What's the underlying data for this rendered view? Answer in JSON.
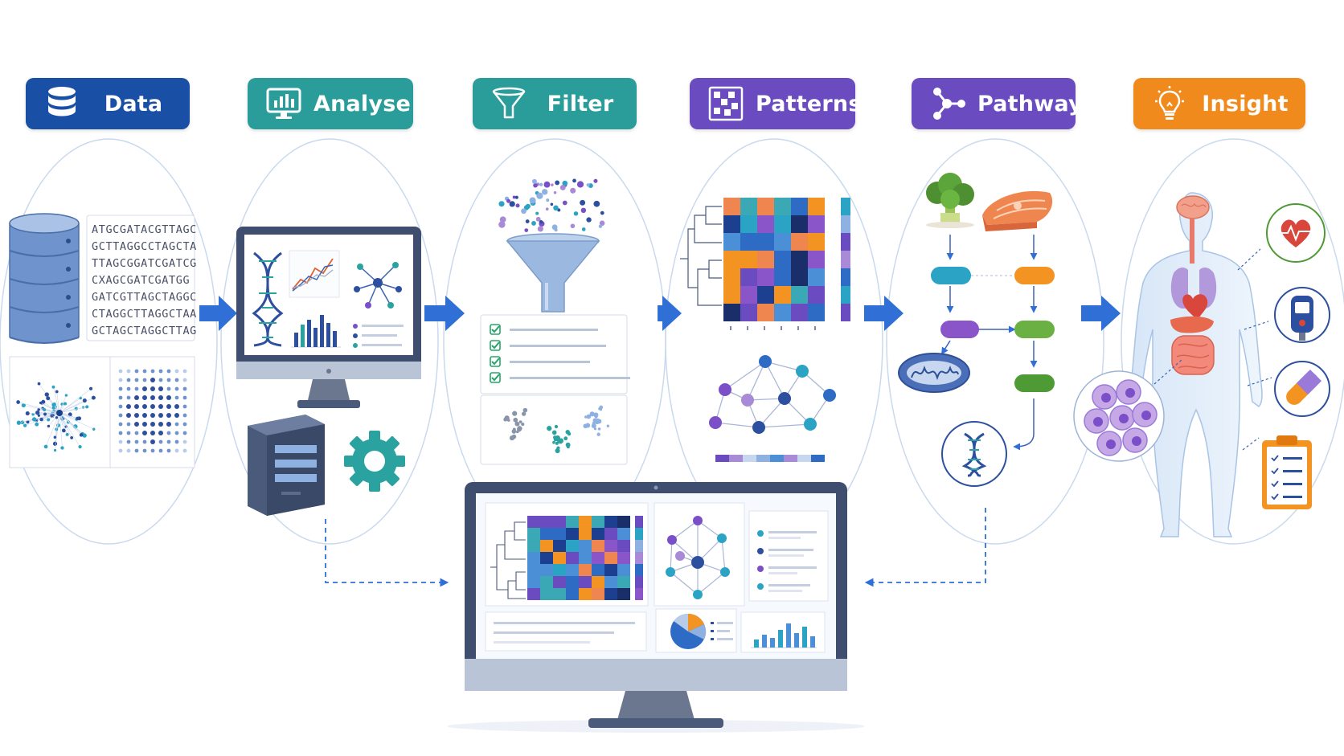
{
  "steps": [
    {
      "id": "data",
      "label": "Data",
      "icon": "database-icon",
      "color": "#1a4fa6"
    },
    {
      "id": "analyse",
      "label": "Analyse",
      "icon": "monitor-chart-icon",
      "color": "#2a9d9b"
    },
    {
      "id": "filter",
      "label": "Filter",
      "icon": "funnel-icon",
      "color": "#2a9d9b"
    },
    {
      "id": "patterns",
      "label": "Patterns",
      "icon": "grid-pattern-icon",
      "color": "#6b4bc0"
    },
    {
      "id": "pathway",
      "label": "Pathway",
      "icon": "network-nodes-icon",
      "color": "#6b4bc0"
    },
    {
      "id": "insight",
      "label": "Insight",
      "icon": "lightbulb-icon",
      "color": "#f08a1c"
    }
  ],
  "sequences": [
    "ATGCGATACGTTAGC",
    "GCTTAGGCCTAGCTA",
    "TTAGCGGATCGATCG",
    "CXAGCGATCGATGG",
    "GATCGTTAGCTAGGC",
    "CTAGGCTTAGGCTAA",
    "GCTAGCTAGGCTTAG"
  ],
  "colors": {
    "arrow": "#2f6fd6",
    "oval": "#c9d9ee",
    "monitor": "#4a5a7a",
    "teal": "#2aa3a0",
    "purple": "#7a4fc8",
    "green": "#57a845",
    "orange": "#f08a1c"
  }
}
